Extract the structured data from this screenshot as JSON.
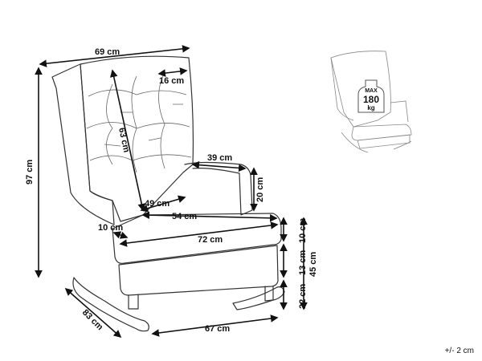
{
  "dimensions": {
    "width_total": "69 cm",
    "wing_depth": "16 cm",
    "height_total": "97 cm",
    "back_height": "63 cm",
    "arm_length": "39 cm",
    "arm_height": "20 cm",
    "seat_width": "49 cm",
    "seat_depth": "54 cm",
    "cushion_edge": "10 cm",
    "seat_front_width": "72 cm",
    "cushion_height": "10 cm",
    "base_height": "13 cm",
    "rocker_height": "22 cm",
    "seat_height": "45 cm",
    "depth_total": "83 cm",
    "rocker_length": "67 cm"
  },
  "tolerance": "+/- 2 cm",
  "load_badge": {
    "max": "MAX",
    "value": "180",
    "unit": "kg"
  },
  "colors": {
    "line": "#333333",
    "dimension": "#111111"
  }
}
